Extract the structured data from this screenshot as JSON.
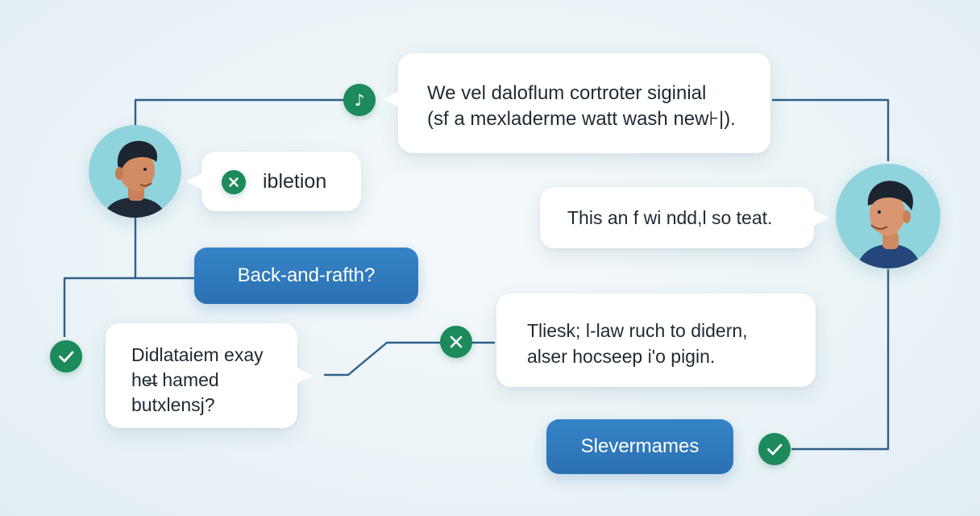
{
  "colors": {
    "background": "#eaf3f7",
    "connector": "#2f5f8a",
    "badge_green": "#1c8a5a",
    "pill_blue": "#2f78bd",
    "avatar_ring": "#8fd3dd",
    "bubble": "#ffffff",
    "text": "#1f2a33"
  },
  "people": [
    {
      "id": "left-person",
      "icon": "person-avatar-icon"
    },
    {
      "id": "right-person",
      "icon": "person-avatar-icon"
    }
  ],
  "bubbles": {
    "top": {
      "text": "We vel daloflum cortroter siginial\n(sf a mexladerme watt wash new⊦|)."
    },
    "left_small": {
      "text": "ibletion"
    },
    "right": {
      "text": "This an f wi ndd,l so teat."
    },
    "bottom_left": {
      "text": "Didlataiem exay\nhe̶t hamed\nbutxlensj?"
    },
    "middle_right": {
      "text": "Tliesk; l-law ruch to didern,\nalser hocseep i'o pigin."
    }
  },
  "pills": {
    "question": {
      "text": "Back-and-rafth?"
    },
    "answer": {
      "text": "Slevermames"
    }
  },
  "badges": [
    {
      "id": "badge-top",
      "icon": "music-note-icon",
      "glyph": "♪"
    },
    {
      "id": "badge-ibletion",
      "icon": "close-icon"
    },
    {
      "id": "badge-left-check",
      "icon": "check-icon"
    },
    {
      "id": "badge-middle",
      "icon": "close-icon"
    },
    {
      "id": "badge-bottom-check",
      "icon": "check-icon"
    }
  ]
}
